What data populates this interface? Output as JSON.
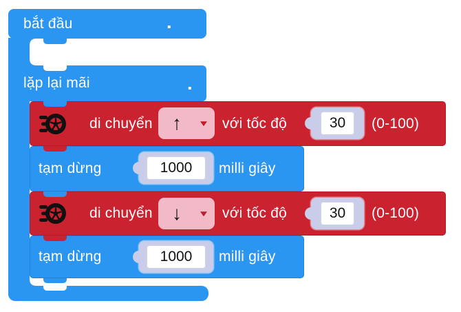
{
  "colors": {
    "block_blue": "#2b95f2",
    "block_red": "#ca222f",
    "dropdown_bg": "#f2bac6",
    "dropdown_caret": "#bf1c2c",
    "socket_bg": "#c9cdea",
    "input_bg": "#ffffff",
    "input_text": "#111111",
    "label_text": "#ffffff"
  },
  "script": {
    "start": {
      "label": "bắt đầu",
      "dot": "."
    },
    "forever": {
      "label": "lặp lại mãi",
      "dot": "."
    },
    "rows": [
      {
        "type": "move",
        "icon": "wheel-motion-icon",
        "action": "di chuyển",
        "direction": "↑",
        "speed_label": "với tốc độ",
        "speed": "30",
        "range": "(0-100)"
      },
      {
        "type": "wait",
        "label": "tạm dừng",
        "duration": "1000",
        "unit": "milli giây"
      },
      {
        "type": "move",
        "icon": "wheel-motion-icon",
        "action": "di chuyển",
        "direction": "↓",
        "speed_label": "với tốc độ",
        "speed": "30",
        "range": "(0-100)"
      },
      {
        "type": "wait",
        "label": "tạm dừng",
        "duration": "1000",
        "unit": "milli giây"
      }
    ]
  }
}
